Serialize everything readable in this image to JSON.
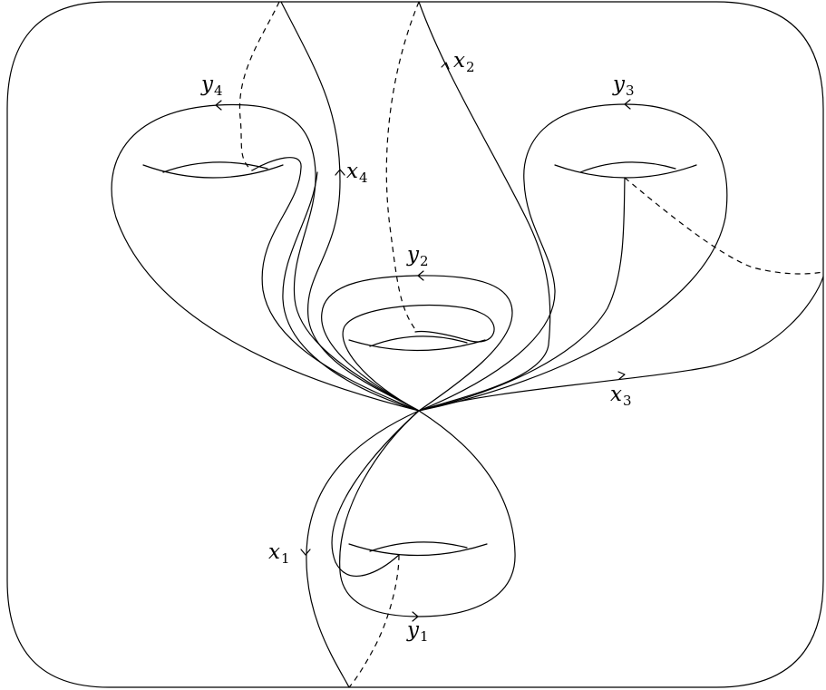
{
  "labels": {
    "y4": {
      "base": "y",
      "sub": "4"
    },
    "x4": {
      "base": "x",
      "sub": "4"
    },
    "x2": {
      "base": "x",
      "sub": "2"
    },
    "y3": {
      "base": "y",
      "sub": "3"
    },
    "y2": {
      "base": "y",
      "sub": "2"
    },
    "x3": {
      "base": "x",
      "sub": "3"
    },
    "x1": {
      "base": "x",
      "sub": "1"
    },
    "y1": {
      "base": "y",
      "sub": "1"
    }
  },
  "colors": {
    "stroke": "#000000",
    "background": "#ffffff"
  }
}
